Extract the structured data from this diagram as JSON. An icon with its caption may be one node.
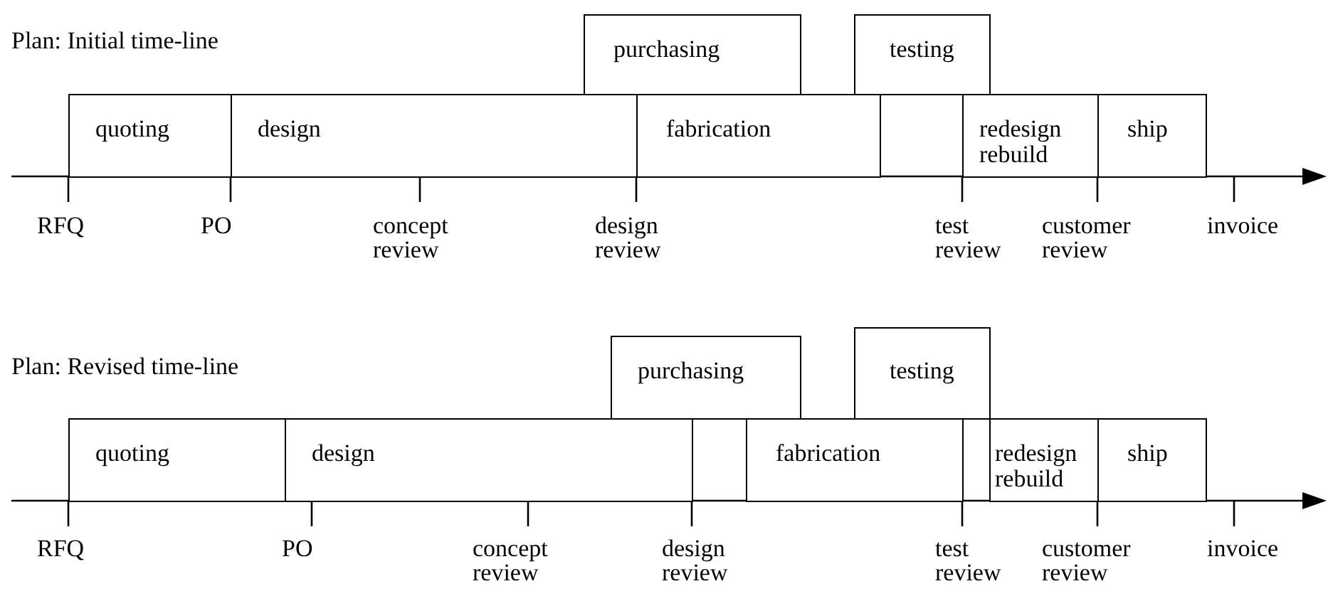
{
  "diagram": {
    "nodes": [
      {
        "text": [
          "purchasing"
        ]
      },
      {
        "text": [
          "testing"
        ]
      },
      {
        "text": [
          "quoting"
        ]
      },
      {
        "text": [
          "design"
        ]
      },
      {
        "text": [
          "fabrication"
        ]
      },
      {
        "text": [
          "redesign rebuild"
        ]
      },
      {
        "text": [
          "ship"
        ]
      },
      {
        "text": [
          "purchasing"
        ]
      },
      {
        "text": [
          "testing"
        ]
      },
      {
        "text": [
          "quoting"
        ]
      },
      {
        "text": [
          "design"
        ]
      },
      {
        "text": [
          "fabrication"
        ]
      },
      {
        "text": [
          "redesign rebuild"
        ]
      },
      {
        "text": [
          "ship"
        ]
      }
    ],
    "labels": [
      "Plan: Initial time-line",
      "RFQ",
      "PO",
      "concept review",
      "design review",
      "test review",
      "customer review",
      "invoice",
      "Plan: Revised time-line",
      "RFQ",
      "PO",
      "concept review",
      "design review",
      "test review",
      "customer review",
      "invoice"
    ]
  }
}
